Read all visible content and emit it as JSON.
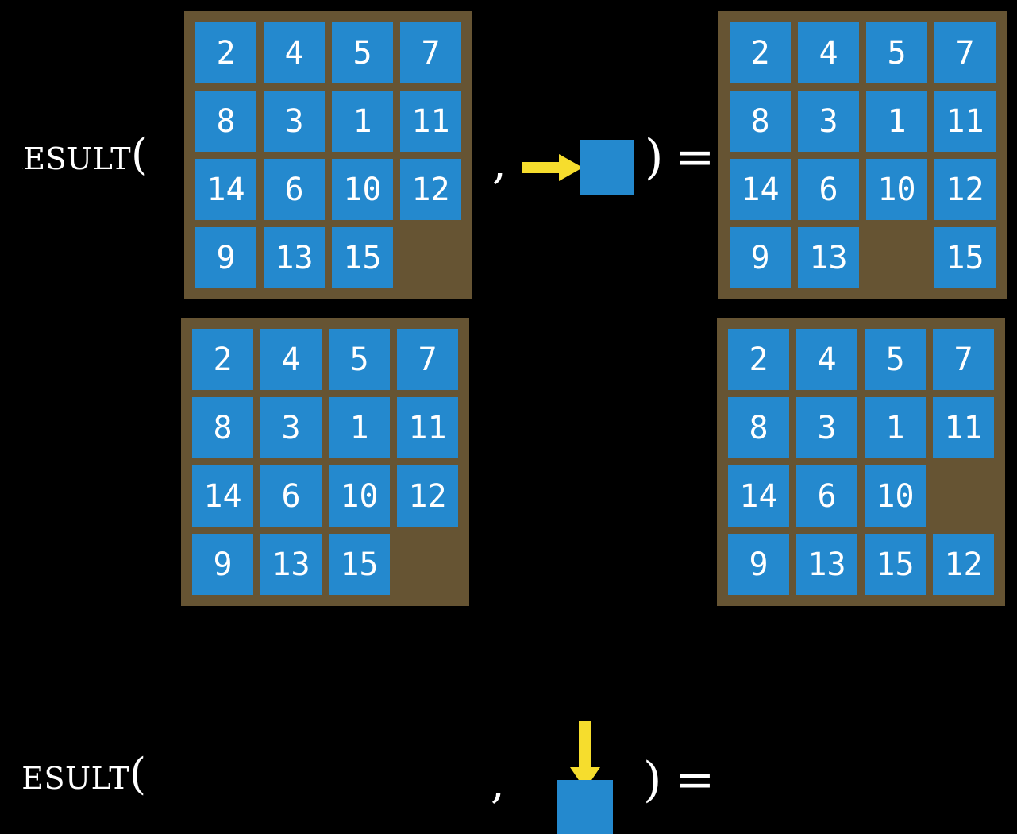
{
  "background_color": "#000000",
  "colors": {
    "tile": "#2489ce",
    "board": "#665433",
    "arrow": "#f6dd2d",
    "text": "#ffffff",
    "background": "#000000"
  },
  "rows": [
    {
      "id": "row-1",
      "label": "Result(",
      "comma": ",",
      "close_paren": ")",
      "equals": "=",
      "operation": {
        "name": "slide-left",
        "arrow_direction": "right",
        "tile_label": ""
      },
      "input_board": {
        "name": "input-board-row-1",
        "rows": [
          [
            "2",
            "4",
            "5",
            "7"
          ],
          [
            "8",
            "3",
            "1",
            "11"
          ],
          [
            "14",
            "6",
            "10",
            "12"
          ],
          [
            "9",
            "13",
            "15",
            ""
          ]
        ]
      },
      "output_board": {
        "name": "output-board-row-1",
        "rows": [
          [
            "2",
            "4",
            "5",
            "7"
          ],
          [
            "8",
            "3",
            "1",
            "11"
          ],
          [
            "14",
            "6",
            "10",
            "12"
          ],
          [
            "9",
            "13",
            "",
            "15"
          ]
        ]
      }
    },
    {
      "id": "row-2",
      "label": "Result(",
      "comma": ",",
      "close_paren": ")",
      "equals": "=",
      "operation": {
        "name": "slide-down",
        "arrow_direction": "down",
        "tile_label": ""
      },
      "input_board": {
        "name": "input-board-row-2",
        "rows": [
          [
            "2",
            "4",
            "5",
            "7"
          ],
          [
            "8",
            "3",
            "1",
            "11"
          ],
          [
            "14",
            "6",
            "10",
            "12"
          ],
          [
            "9",
            "13",
            "15",
            ""
          ]
        ]
      },
      "output_board": {
        "name": "output-board-row-2",
        "rows": [
          [
            "2",
            "4",
            "5",
            "7"
          ],
          [
            "8",
            "3",
            "1",
            "11"
          ],
          [
            "14",
            "6",
            "10",
            ""
          ],
          [
            "9",
            "13",
            "15",
            "12"
          ]
        ]
      }
    }
  ]
}
